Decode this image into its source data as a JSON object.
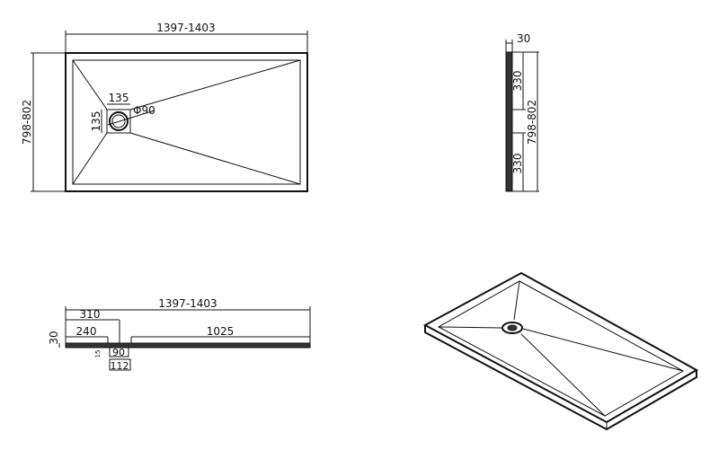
{
  "plan_view": {
    "length": "1397-1403",
    "width": "798-802",
    "drain_box_w": "135",
    "drain_box_h": "135",
    "drain_diameter": "Φ90"
  },
  "side_view": {
    "thickness": "30",
    "segment_top": "330",
    "segment_bottom": "330",
    "width": "798-802"
  },
  "section_view": {
    "length": "1397-1403",
    "drain_center": "310",
    "drain_edge": "240",
    "remaining": "1025",
    "thickness": "30",
    "depth": "15",
    "drain_inner": "90",
    "drain_outer": "112"
  }
}
